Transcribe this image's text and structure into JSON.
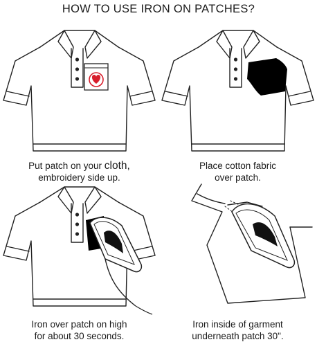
{
  "title": "HOW TO USE IRON ON PATCHES?",
  "steps": [
    {
      "line1": "Put patch on your ",
      "line1_big": "cloth,",
      "line2": "embroidery side up."
    },
    {
      "line1": "Place cotton fabric",
      "line2": "over patch."
    },
    {
      "line1": "Iron over patch on high",
      "line2": "for about 30 seconds."
    },
    {
      "line1": "Iron inside of garment",
      "line2": "underneath patch 30\"."
    }
  ],
  "colors": {
    "line": "#222222",
    "patch_heart": "#d81e2c",
    "fabric": "#000000"
  },
  "icons": [
    "polo-shirt-icon",
    "heart-patch-icon",
    "cotton-fabric-icon",
    "iron-icon"
  ]
}
